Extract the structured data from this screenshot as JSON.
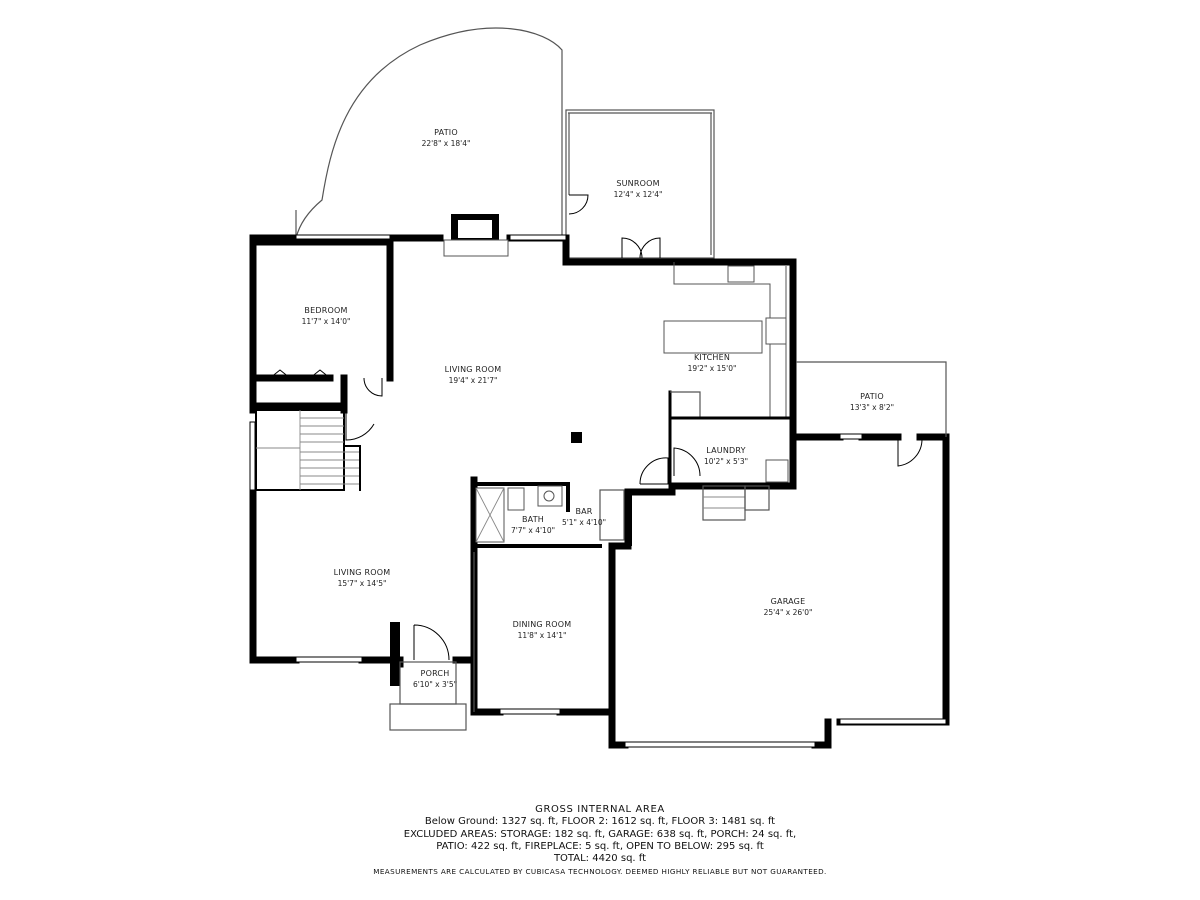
{
  "rooms": {
    "patio_top": {
      "name": "PATIO",
      "dims": "22'8\" x 18'4\""
    },
    "sunroom": {
      "name": "SUNROOM",
      "dims": "12'4\" x 12'4\""
    },
    "bedroom": {
      "name": "BEDROOM",
      "dims": "11'7\" x 14'0\""
    },
    "living_room_main": {
      "name": "LIVING ROOM",
      "dims": "19'4\" x 21'7\""
    },
    "kitchen": {
      "name": "KITCHEN",
      "dims": "19'2\" x 15'0\""
    },
    "patio_side": {
      "name": "PATIO",
      "dims": "13'3\" x 8'2\""
    },
    "laundry": {
      "name": "LAUNDRY",
      "dims": "10'2\" x 5'3\""
    },
    "bath": {
      "name": "BATH",
      "dims": "7'7\" x 4'10\""
    },
    "bar": {
      "name": "BAR",
      "dims": "5'1\" x 4'10\""
    },
    "living_room_lower": {
      "name": "LIVING ROOM",
      "dims": "15'7\" x 14'5\""
    },
    "dining_room": {
      "name": "DINING ROOM",
      "dims": "11'8\" x 14'1\""
    },
    "garage": {
      "name": "GARAGE",
      "dims": "25'4\" x 26'0\""
    },
    "porch": {
      "name": "PORCH",
      "dims": "6'10\" x 3'5\""
    }
  },
  "footer": {
    "title": "GROSS INTERNAL AREA",
    "line1": "Below Ground: 1327 sq. ft, FLOOR 2: 1612 sq. ft, FLOOR 3: 1481 sq. ft",
    "line2": "EXCLUDED AREAS: STORAGE: 182 sq. ft, GARAGE: 638 sq. ft, PORCH: 24 sq. ft,",
    "line3": "PATIO: 422 sq. ft, FIREPLACE: 5 sq. ft, OPEN TO BELOW: 295 sq. ft",
    "total": "TOTAL: 4420 sq. ft",
    "disclaimer": "MEASUREMENTS ARE CALCULATED BY CUBICASA TECHNOLOGY. DEEMED HIGHLY RELIABLE BUT NOT GUARANTEED."
  }
}
